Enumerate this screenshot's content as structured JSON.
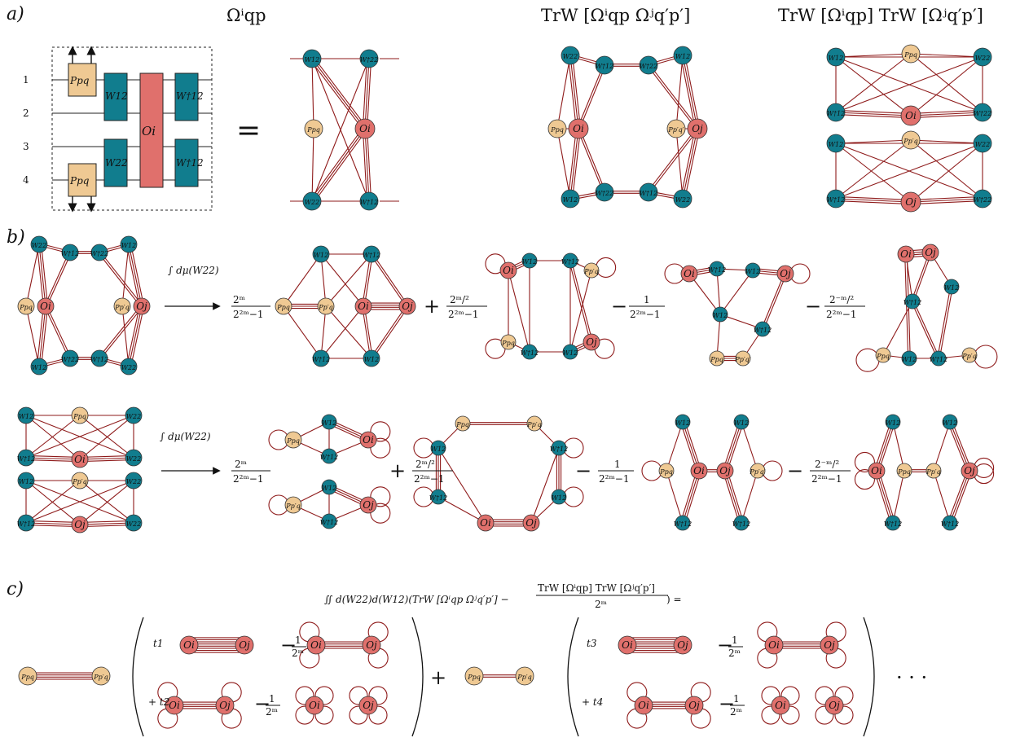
{
  "labels": {
    "a": "a)",
    "b": "b)",
    "c": "c)"
  },
  "titles": {
    "omega": "Ωⁱqp",
    "tr_product": "TrW [Ωⁱqp Ωʲq′p′]",
    "tr_separate": "TrW [Ωⁱqp] TrW [Ωʲq′p′]"
  },
  "circuit": {
    "wires": [
      "1",
      "2",
      "3",
      "4"
    ],
    "gates": {
      "p": "Ppq",
      "w12": "W12",
      "w22": "W22",
      "oi": "Oi",
      "w12d": "W†12"
    }
  },
  "equals": "=",
  "nodes": {
    "w12": "W12",
    "w22": "W22",
    "w12d": "W†12",
    "w22d": "W†22",
    "ppq": "Ppq",
    "ppq2": "Pp′q",
    "ppq3": "Pp′q′",
    "oi": "Oi",
    "oj": "Oj"
  },
  "integral": "∫ dμ(W22)",
  "coefficients": {
    "c1_num": "2ᵐ",
    "c1_den": "2²ᵐ−1",
    "c2_num": "2ᵐ/²",
    "c2_den": "2²ᵐ−1",
    "c3_num": "1",
    "c3_den": "2²ᵐ−1",
    "c4_num": "2⁻ᵐ/²",
    "c4_den": "2²ᵐ−1",
    "plus": "+",
    "minus": "−"
  },
  "section_c": {
    "formula_left": "∬ d(W22)d(W12)(TrW [Ωⁱqp Ωʲq′p′] −",
    "formula_frac_num": "TrW [Ωⁱqp] TrW [Ωʲq′p′]",
    "formula_frac_den": "2ᵐ",
    "formula_right": ") =",
    "t1": "t1",
    "t2": "+ t2",
    "t3": "t3",
    "t4": "+ t4",
    "minus_frac_num": "1",
    "minus_frac_den": "2ᵐ",
    "minus": "−",
    "plus": "+",
    "dots": "· · ·"
  },
  "colors": {
    "teal": "#117d8e",
    "pink": "#e0706c",
    "tan": "#efc993",
    "edge": "#8e1a1a",
    "wire": "#222222"
  }
}
